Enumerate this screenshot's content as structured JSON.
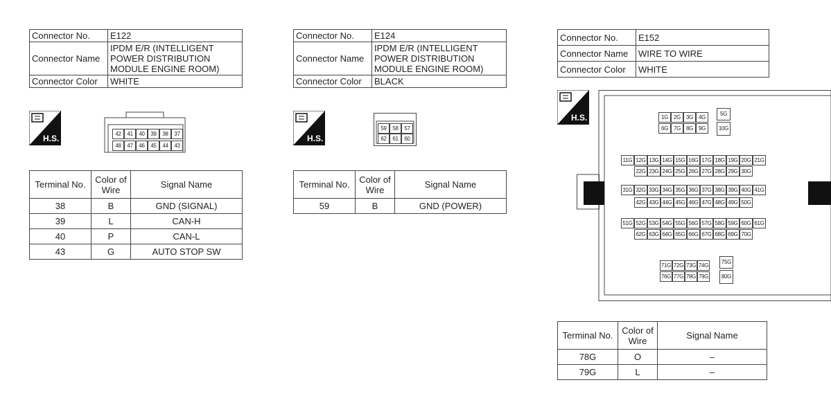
{
  "connectors": [
    {
      "info": {
        "no_label": "Connector No.",
        "no": "E122",
        "name_label": "Connector Name",
        "name_lines": [
          "IPDM E/R (INTELLIGENT",
          "POWER DISTRIBUTION",
          "MODULE ENGINE ROOM)"
        ],
        "color_label": "Connector Color",
        "color": "WHITE"
      },
      "hs_label": "H.S.",
      "pins_top": [
        "42",
        "41",
        "40",
        "39",
        "38",
        "37"
      ],
      "pins_bottom": [
        "48",
        "47",
        "46",
        "45",
        "44",
        "43"
      ],
      "table": {
        "headers": [
          "Terminal No.",
          "Color of Wire",
          "Signal Name"
        ],
        "rows": [
          [
            "38",
            "B",
            "GND (SIGNAL)"
          ],
          [
            "39",
            "L",
            "CAN-H"
          ],
          [
            "40",
            "P",
            "CAN-L"
          ],
          [
            "43",
            "G",
            "AUTO STOP SW"
          ]
        ]
      }
    },
    {
      "info": {
        "no_label": "Connector No.",
        "no": "E124",
        "name_label": "Connector Name",
        "name_lines": [
          "IPDM E/R (INTELLIGENT",
          "POWER DISTRIBUTION",
          "MODULE ENGINE ROOM)"
        ],
        "color_label": "Connector Color",
        "color": "BLACK"
      },
      "hs_label": "H.S.",
      "pins_top": [
        "59",
        "58",
        "57"
      ],
      "pins_bottom": [
        "62",
        "61",
        "60"
      ],
      "table": {
        "headers": [
          "Terminal No.",
          "Color of Wire",
          "Signal Name"
        ],
        "rows": [
          [
            "59",
            "B",
            "GND (POWER)"
          ]
        ]
      }
    },
    {
      "info": {
        "no_label": "Connector No.",
        "no": "E152",
        "name_label": "Connector Name",
        "name": "WIRE TO WIRE",
        "color_label": "Connector Color",
        "color": "WHITE"
      },
      "hs_label": "H.S.",
      "grid": {
        "g1_top": [
          "1G",
          "2G",
          "3G",
          "4G"
        ],
        "g1_bottom": [
          "6G",
          "7G",
          "8G",
          "9G"
        ],
        "g1_tall": [
          "5G",
          "10G"
        ],
        "r2_top": [
          "11G",
          "12G",
          "13G",
          "14G",
          "15G",
          "16G",
          "17G",
          "18G",
          "19G",
          "20G",
          "21G"
        ],
        "r2_bottom": [
          "22G",
          "23G",
          "24G",
          "25G",
          "26G",
          "27G",
          "28G",
          "29G",
          "30G"
        ],
        "r3_top": [
          "31G",
          "32G",
          "33G",
          "34G",
          "35G",
          "36G",
          "37G",
          "38G",
          "39G",
          "40G",
          "41G"
        ],
        "r3_bottom": [
          "42G",
          "43G",
          "44G",
          "45G",
          "46G",
          "47G",
          "48G",
          "49G",
          "50G"
        ],
        "r4_top": [
          "51G",
          "52G",
          "53G",
          "54G",
          "55G",
          "56G",
          "57G",
          "58G",
          "59G",
          "60G",
          "61G"
        ],
        "r4_bottom": [
          "62G",
          "63G",
          "64G",
          "65G",
          "66G",
          "67G",
          "68G",
          "69G",
          "70G"
        ],
        "g5_top": [
          "71G",
          "72G",
          "73G",
          "74G"
        ],
        "g5_bottom": [
          "76G",
          "77G",
          "78G",
          "79G"
        ],
        "g5_tall": [
          "75G",
          "80G"
        ]
      },
      "table": {
        "headers": [
          "Terminal No.",
          "Color of Wire",
          "Signal Name"
        ],
        "rows": [
          [
            "78G",
            "O",
            "–"
          ],
          [
            "79G",
            "L",
            "–"
          ]
        ]
      }
    }
  ]
}
